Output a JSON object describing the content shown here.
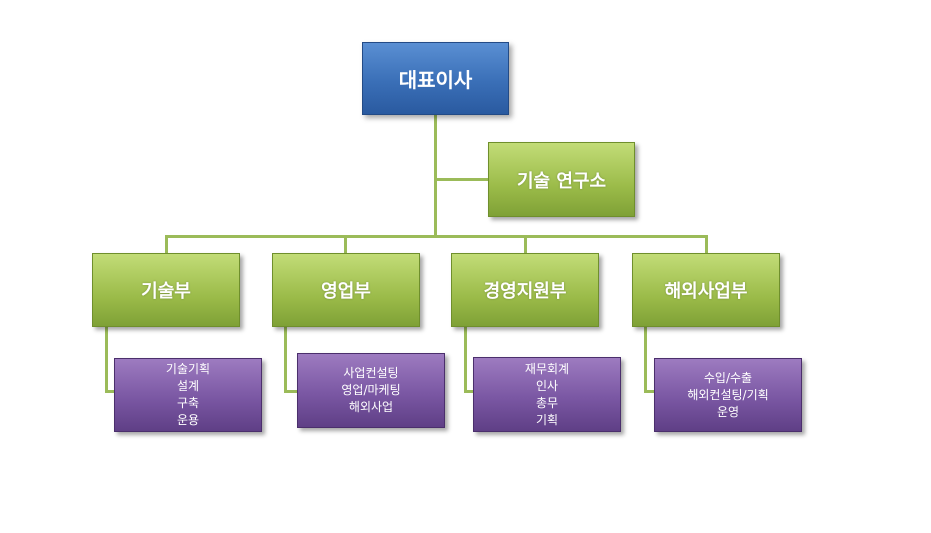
{
  "root": {
    "label": "대표이사"
  },
  "staff": {
    "label": "기술 연구소"
  },
  "departments": [
    {
      "label": "기술부",
      "duties": [
        "기술기획",
        "설계",
        "구축",
        "운용"
      ]
    },
    {
      "label": "영업부",
      "duties": [
        "사업컨설팅",
        "영업/마케팅",
        "해외사업"
      ]
    },
    {
      "label": "경영지원부",
      "duties": [
        "재무회계",
        "인사",
        "총무",
        "기획"
      ]
    },
    {
      "label": "해외사업부",
      "duties": [
        "수입/수출",
        "해외컨설팅/기획",
        "운영"
      ]
    }
  ],
  "colors": {
    "root": "#3a6fb7",
    "department": "#9bbb59",
    "duties": "#7a57a3",
    "connector": "#9bbb59"
  }
}
